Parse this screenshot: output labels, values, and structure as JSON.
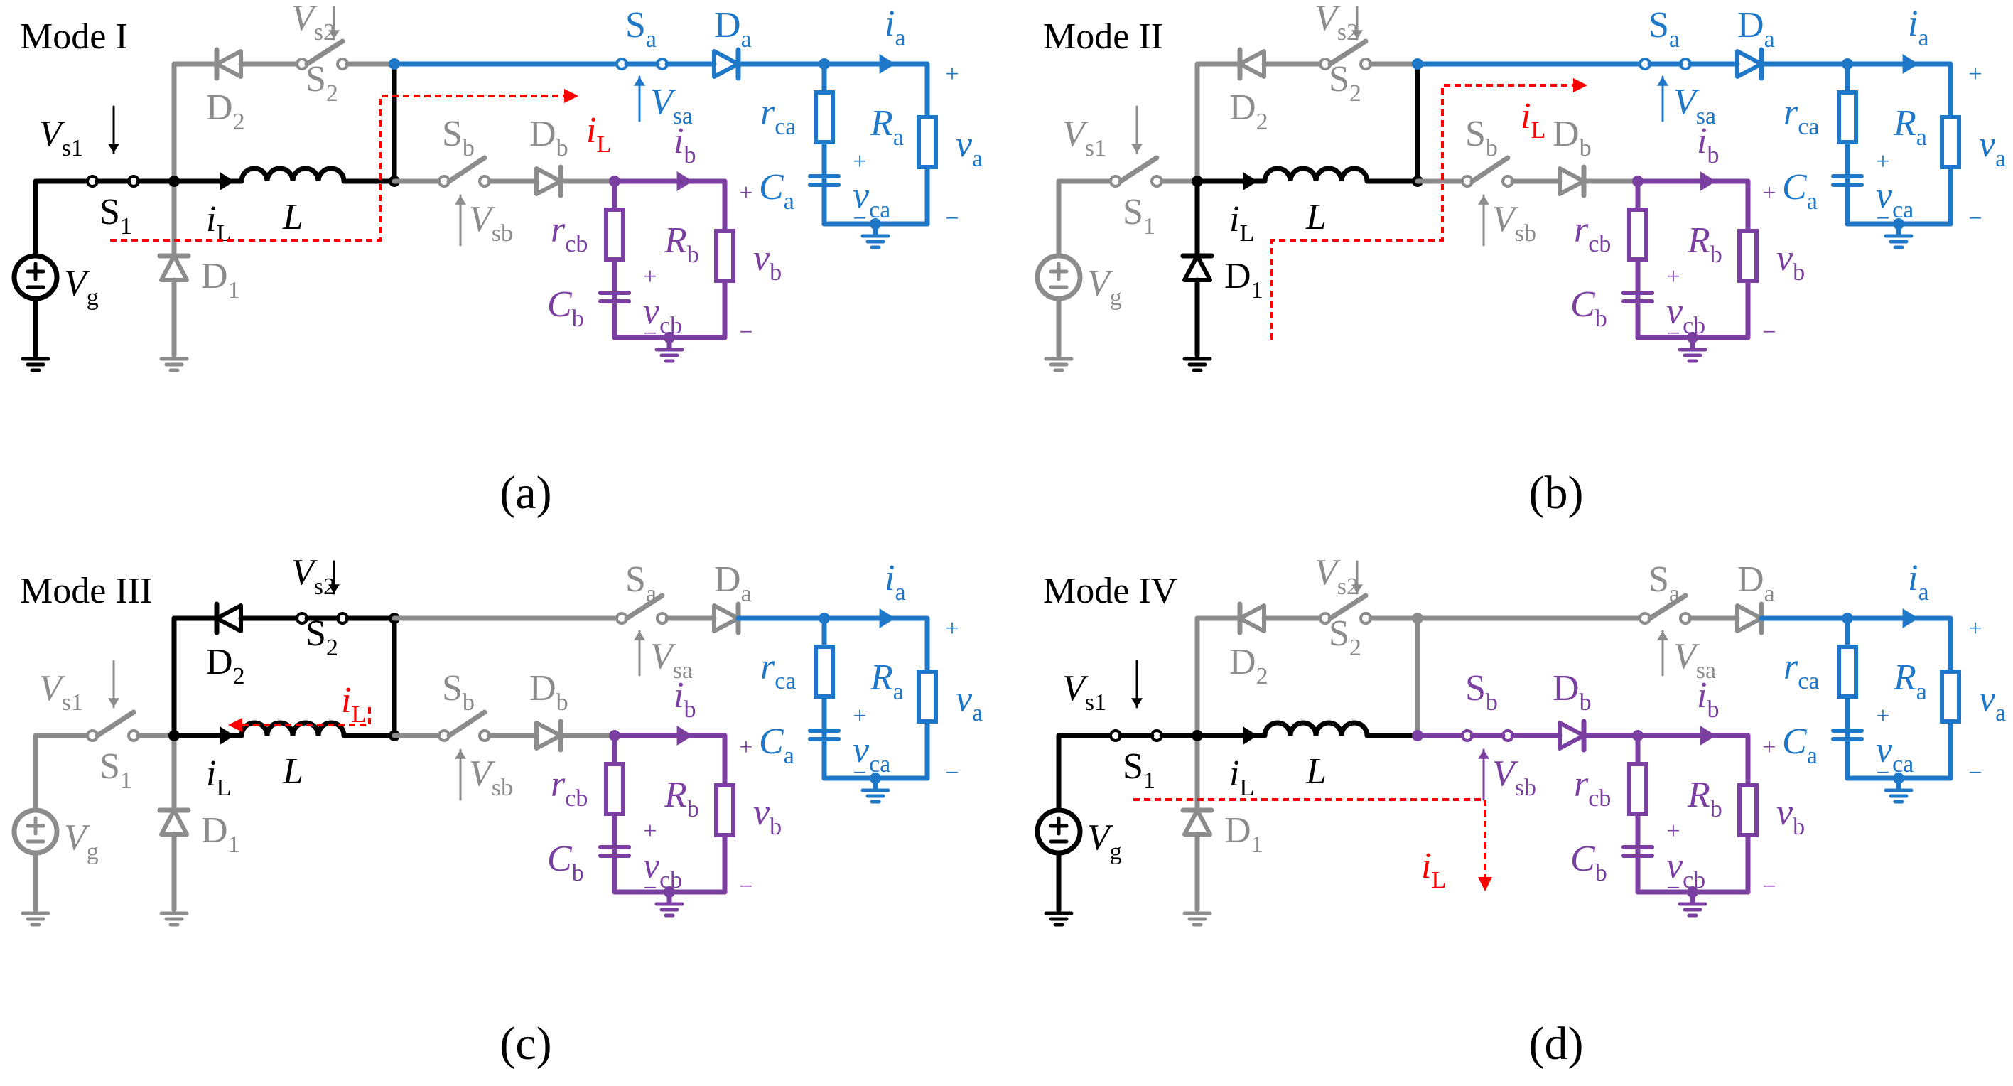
{
  "colors": {
    "black": "#000000",
    "gray": "#8c8c8c",
    "blue": "#1f77c8",
    "purple": "#7a3fa0",
    "red": "#ff0000"
  },
  "labels": {
    "Vs1": "V",
    "Vs1_sub": "s1",
    "Vs2": "V",
    "Vs2_sub": "s2",
    "Vsa": "V",
    "Vsa_sub": "sa",
    "Vsb": "V",
    "Vsb_sub": "sb",
    "Vg": "V",
    "Vg_sub": "g",
    "S1": "S",
    "S1_sub": "1",
    "S2": "S",
    "S2_sub": "2",
    "Sa": "S",
    "Sa_sub": "a",
    "Sb": "S",
    "Sb_sub": "b",
    "D1": "D",
    "D1_sub": "1",
    "D2": "D",
    "D2_sub": "2",
    "Da": "D",
    "Da_sub": "a",
    "Db": "D",
    "Db_sub": "b",
    "iL": "i",
    "iL_sub": "L",
    "L": "L",
    "ia": "i",
    "ia_sub": "a",
    "ib": "i",
    "ib_sub": "b",
    "rca": "r",
    "rca_sub": "ca",
    "rcb": "r",
    "rcb_sub": "cb",
    "Ca": "C",
    "Ca_sub": "a",
    "Cb": "C",
    "Cb_sub": "b",
    "Ra": "R",
    "Ra_sub": "a",
    "Rb": "R",
    "Rb_sub": "b",
    "va": "v",
    "va_sub": "a",
    "vb": "v",
    "vb_sub": "b",
    "vca": "v",
    "vca_sub": "ca",
    "vcb": "v",
    "vcb_sub": "cb",
    "plus": "+",
    "minus": "−"
  },
  "panels": [
    {
      "id": "a",
      "title": "Mode I",
      "caption": "(a)",
      "colors": {
        "s1": "black",
        "l": "black",
        "d1": "gray",
        "s2branch": "gray",
        "vg": "black",
        "vs1": "black",
        "vs2": "gray",
        "node": "black",
        "top": "blue",
        "sa": "blue",
        "sb": "gray",
        "outA": "blue",
        "outB": "purple",
        "il": "black",
        "ilRed": "red"
      }
    },
    {
      "id": "b",
      "title": "Mode II",
      "caption": "(b)",
      "colors": {
        "s1": "gray",
        "l": "black",
        "d1": "black",
        "s2branch": "gray",
        "vg": "gray",
        "vs1": "gray",
        "vs2": "gray",
        "node": "black",
        "top": "blue",
        "sa": "blue",
        "sb": "gray",
        "outA": "blue",
        "outB": "purple",
        "il": "black",
        "ilRed": "red"
      }
    },
    {
      "id": "c",
      "title": "Mode III",
      "caption": "(c)",
      "colors": {
        "s1": "gray",
        "l": "black",
        "d1": "gray",
        "s2branch": "black",
        "vg": "gray",
        "vs1": "gray",
        "vs2": "black",
        "node": "black",
        "top": "gray",
        "sa": "gray",
        "sb": "gray",
        "outA": "blue",
        "outB": "purple",
        "il": "black",
        "ilRed": "red"
      }
    },
    {
      "id": "d",
      "title": "Mode IV",
      "caption": "(d)",
      "colors": {
        "s1": "black",
        "l": "black",
        "d1": "gray",
        "s2branch": "gray",
        "vg": "black",
        "vs1": "black",
        "vs2": "gray",
        "node": "black",
        "top": "gray",
        "sa": "gray",
        "sb": "purple",
        "outA": "blue",
        "outB": "purple",
        "il": "black",
        "ilRed": "red"
      }
    }
  ]
}
